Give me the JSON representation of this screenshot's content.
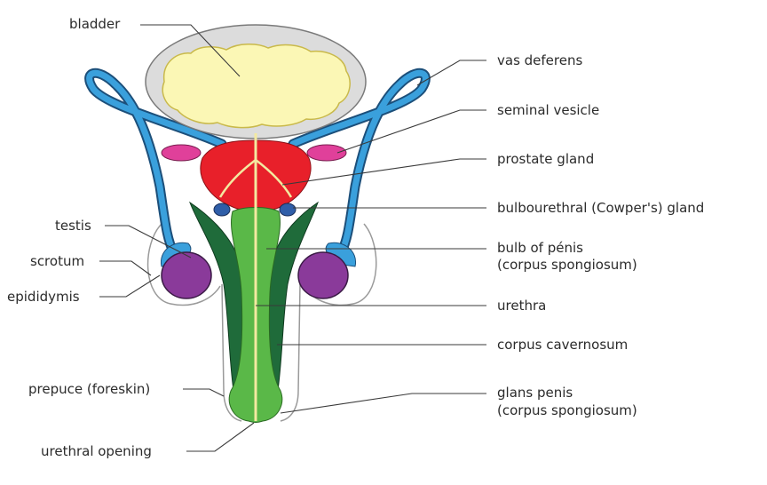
{
  "labels": {
    "bladder": "bladder",
    "vas_deferens": "vas deferens",
    "seminal_vesicle": "seminal vesicle",
    "prostate_gland": "prostate gland",
    "bulbourethral_gland": "bulbourethral (Cowper's) gland",
    "testis": "testis",
    "scrotum": "scrotum",
    "epididymis": "epididymis",
    "bulb_of_penis_line1": "bulb of pénis",
    "bulb_of_penis_line2": "(corpus spongiosum)",
    "urethra": "urethra",
    "corpus_cavernosum": "corpus cavernosum",
    "prepuce": "prepuce (foreskin)",
    "glans_penis_line1": "glans penis",
    "glans_penis_line2": "(corpus spongiosum)",
    "urethral_opening": "urethral opening"
  },
  "colors": {
    "bladder_wall": "#dcdcdc",
    "bladder_fill": "#fbf7b5",
    "vas_deferens": "#3aa0dc",
    "seminal_vesicle": "#e0409a",
    "prostate": "#e8202a",
    "bulbourethral": "#2f5ea8",
    "testis": "#8a3a9a",
    "corpus_cavernosum": "#1f6b3a",
    "corpus_spongiosum": "#5ab848",
    "urethra": "#f3e9a0"
  }
}
